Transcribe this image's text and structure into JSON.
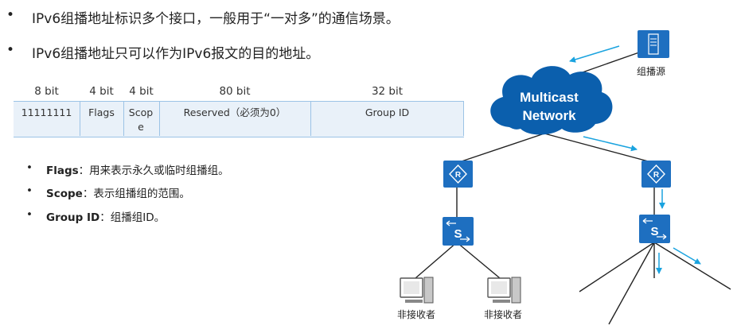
{
  "bullets": [
    "IPv6组播地址标识多个接口，一般用于“一对多”的通信场景。",
    "IPv6组播地址只可以作为IPv6报文的目的地址。"
  ],
  "bullet_marker": "•",
  "address_format": {
    "bit_headers": [
      "8 bit",
      "4 bit",
      "4 bit",
      "80 bit",
      "32 bit"
    ],
    "fields": [
      "11111111",
      "Flags",
      "Scop e",
      "Reserved（必须为0）",
      "Group ID"
    ]
  },
  "definitions": [
    {
      "term": "Flags",
      "desc": "：用来表示永久或临时组播组。"
    },
    {
      "term": "Scope",
      "desc": "：表示组播组的范围。"
    },
    {
      "term": "Group ID",
      "desc": "：组播组ID。"
    }
  ],
  "diagram": {
    "cloud_line1": "Multicast",
    "cloud_line2": "Network",
    "source_label": "组播源",
    "non_receiver_label": "非接收者",
    "router_icon": "router-icon",
    "switch_icon": "switch-icon",
    "server_icon": "server-icon",
    "pc_icon": "pc-icon",
    "colors": {
      "cloud": "#0b5fad",
      "device": "#1e6fc0",
      "arrow": "#1aa3df",
      "table_border": "#9cc3e6",
      "table_fill": "#e9f1f9"
    }
  }
}
